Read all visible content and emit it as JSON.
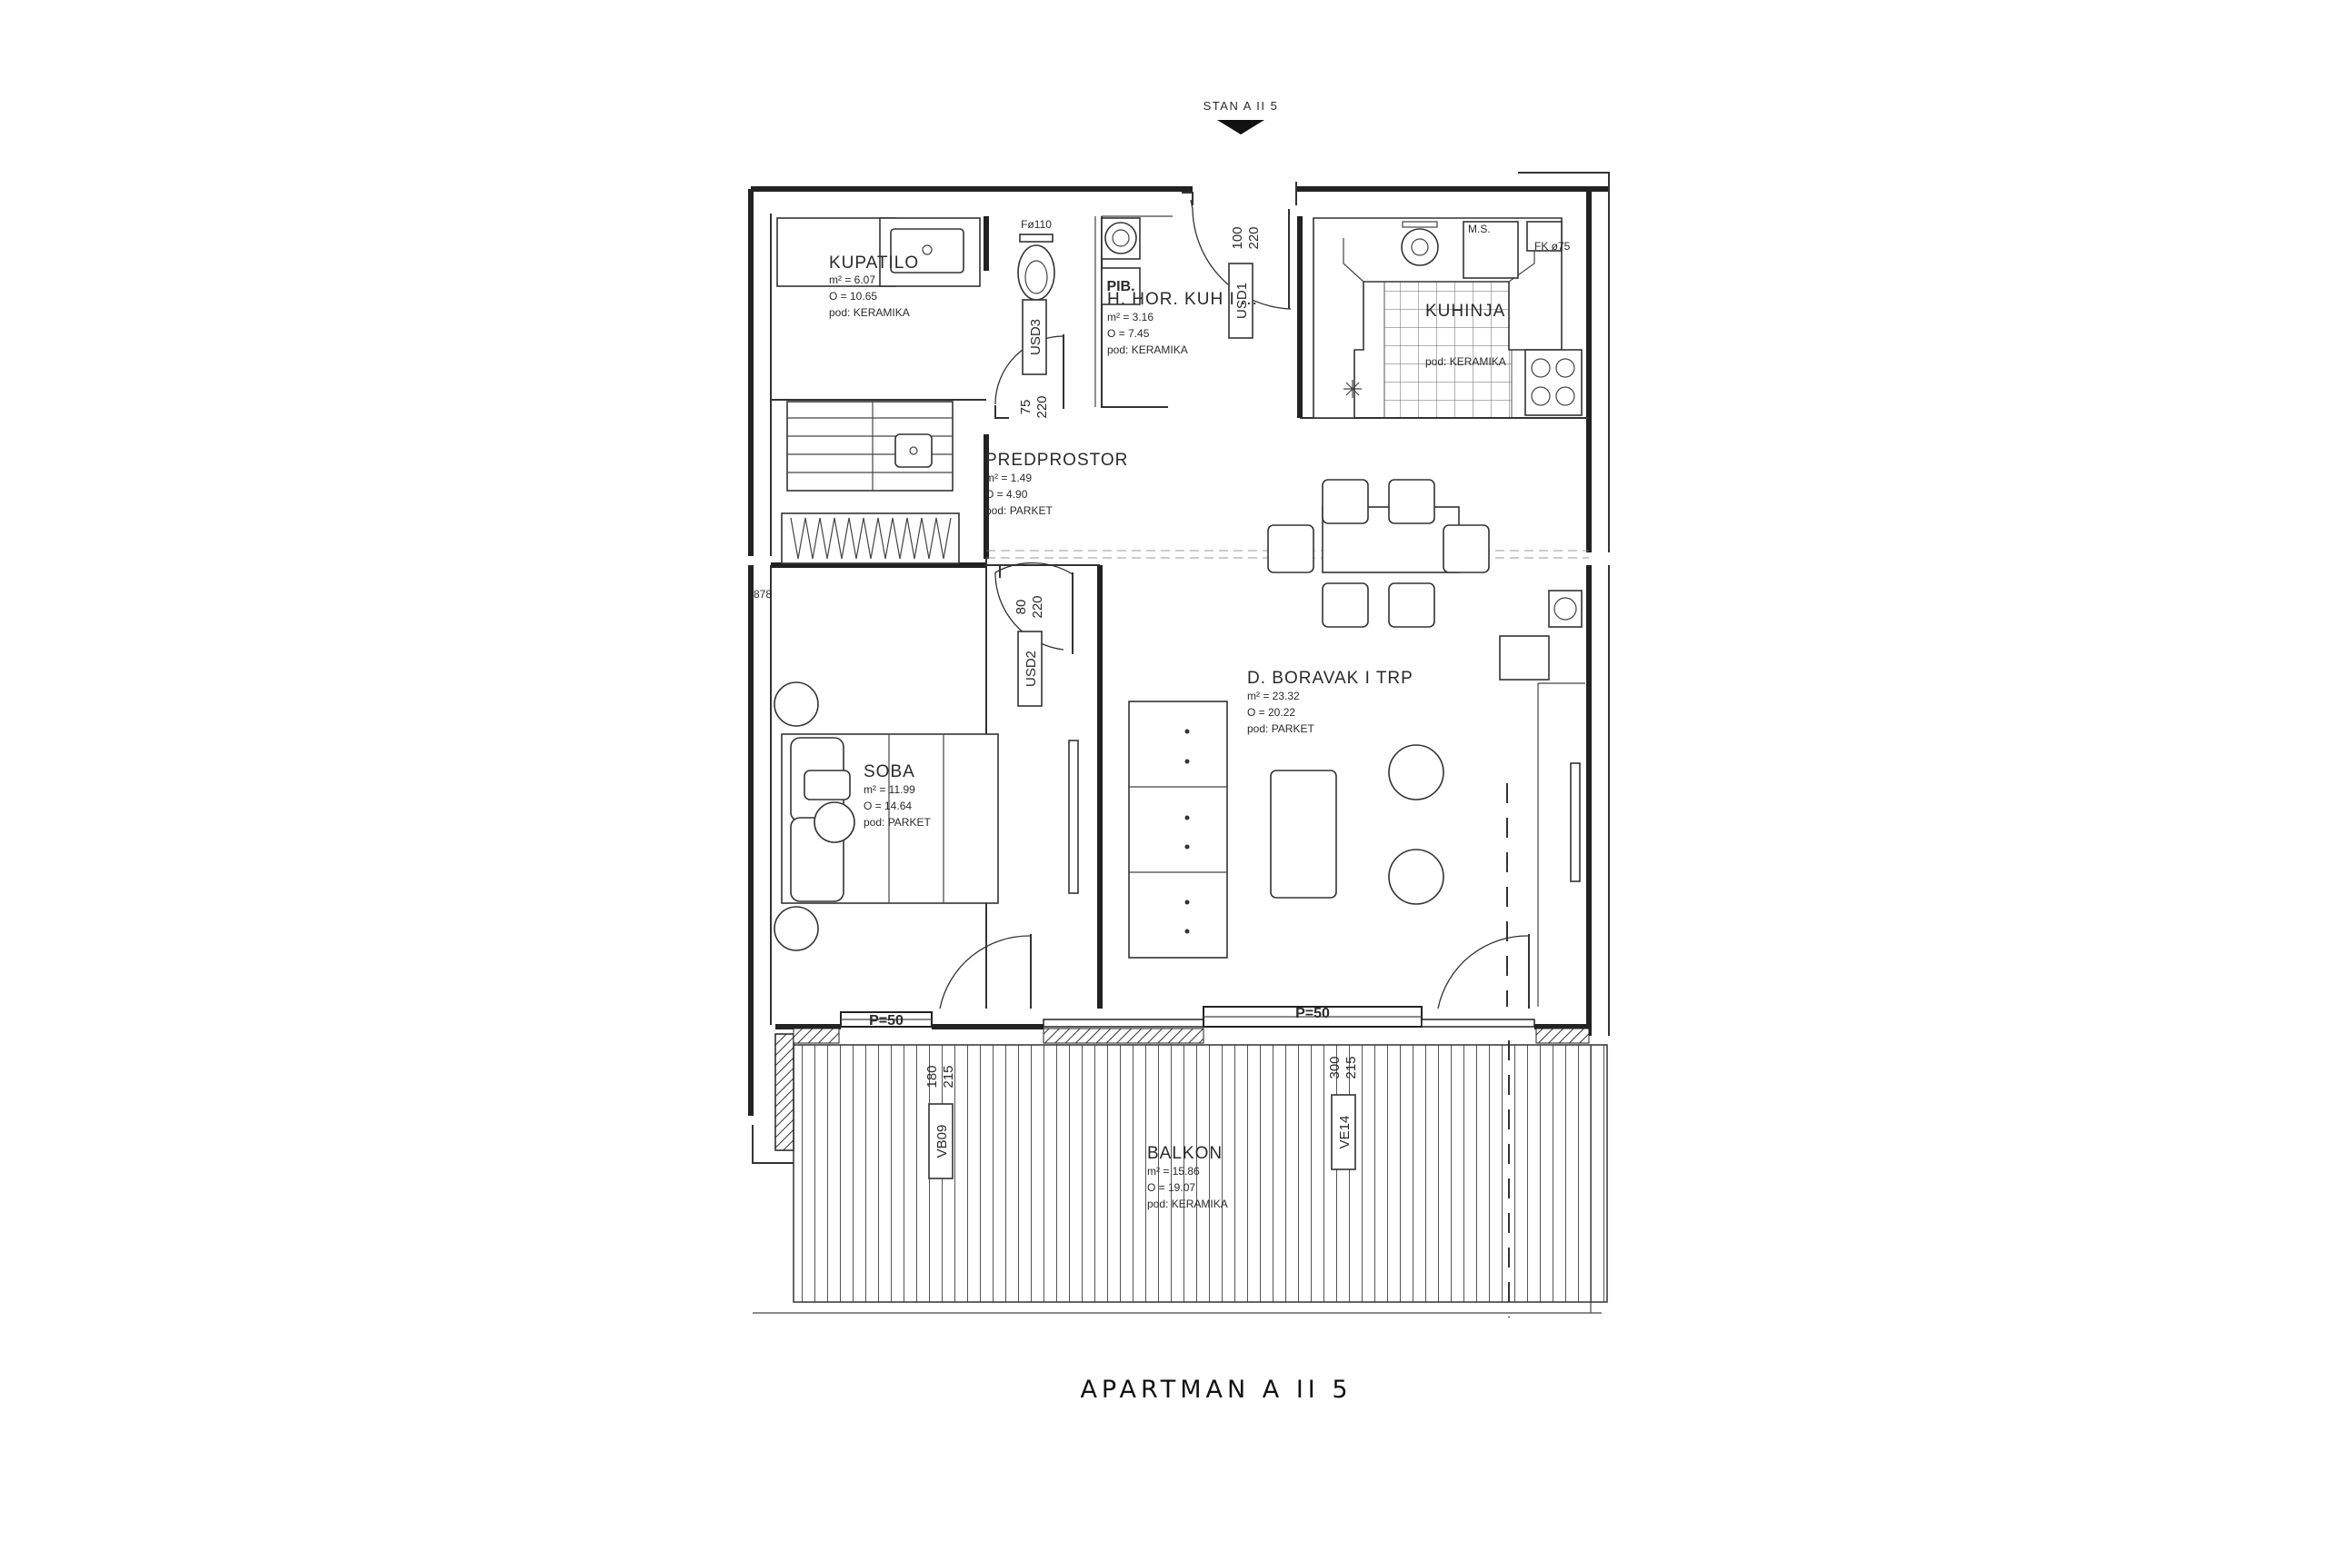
{
  "title": "APARTMAN A II 5",
  "section_marker": "STAN A II 5",
  "rooms": [
    {
      "id": "kupatilo",
      "name": "KUPATILO",
      "area": "m² = 6.07",
      "perimeter": "O = 10.65",
      "floor": "pod: KERAMIKA"
    },
    {
      "id": "hodnik",
      "name": "H. HOR. KUH I ...",
      "area": "m² = 3.16",
      "perimeter": "O = 7.45",
      "floor": "pod: KERAMIKA"
    },
    {
      "id": "kuhinja",
      "name": "KUHINJA",
      "area": "",
      "perimeter": "",
      "floor": "pod: KERAMIKA"
    },
    {
      "id": "predprostor",
      "name": "PREDPROSTOR",
      "area": "m² = 1.49",
      "perimeter": "O = 4.90",
      "floor": "pod: PARKET"
    },
    {
      "id": "boravak",
      "name": "D. BORAVAK I TRP",
      "area": "m² = 23.32",
      "perimeter": "O = 20.22",
      "floor": "pod: PARKET"
    },
    {
      "id": "soba",
      "name": "SOBA",
      "area": "m² = 11.99",
      "perimeter": "O = 14.64",
      "floor": "pod: PARKET"
    },
    {
      "id": "balkon",
      "name": "BALKON",
      "area": "m² = 15.86",
      "perimeter": "O = 19.07",
      "floor": "pod: KERAMIKA"
    }
  ],
  "doors": [
    {
      "id": "usd1",
      "code": "USD1",
      "width": "100",
      "height": "220"
    },
    {
      "id": "usd2",
      "code": "USD2",
      "width": "80",
      "height": "220"
    },
    {
      "id": "usd3",
      "code": "USD3",
      "width": "75",
      "height": "220"
    },
    {
      "id": "vb09",
      "code": "VB09",
      "width": "180",
      "height": "215"
    },
    {
      "id": "ve14",
      "code": "VE14",
      "width": "300",
      "height": "215"
    }
  ],
  "labels": {
    "pib": "PIB.",
    "pipe": "Fø110",
    "ms": "M.S.",
    "fk": "FK ø75",
    "window_left": "P=50",
    "window_right": "P=50",
    "side_mark": "878"
  }
}
